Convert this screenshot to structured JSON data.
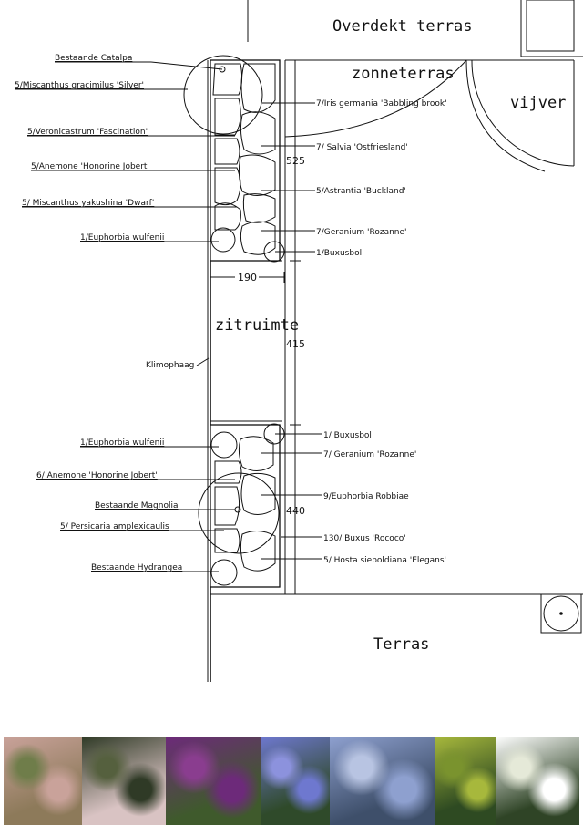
{
  "areas": {
    "covered_terrace": "Overdekt terras",
    "sun_terrace": "zonneterras",
    "pond": "vijver",
    "sitting_area": "zitruimte",
    "terrace": "Terras"
  },
  "dimensions": {
    "top_bed_length": "525",
    "sitting_length": "415",
    "bottom_bed_length": "440",
    "bed_width": "190"
  },
  "labels_left_top": [
    "Bestaande Catalpa",
    "5/Miscanthus gracimilus 'Silver'",
    "5/Veronicastrum 'Fascination'",
    "5/Anemone 'Honorine Jobert'",
    "5/ Miscanthus yakushina 'Dwarf'",
    "1/Euphorbia wulfenii"
  ],
  "labels_right_top": [
    "7/Iris germania 'Babbling brook'",
    "7/ Salvia 'Ostfriesland'",
    "5/Astrantia 'Buckland'",
    "7/Geranium 'Rozanne'",
    "1/Buxusbol"
  ],
  "climber_label": "Klimophaag",
  "labels_left_bottom": [
    "1/Euphorbia wulfenii",
    "6/ Anemone 'Honorine Jobert'",
    "Bestaande Magnolia",
    "5/ Persicaria amplexicaulis",
    "Bestaande Hydrangea"
  ],
  "labels_right_bottom": [
    "1/ Buxusbol",
    "7/ Geranium 'Rozanne'",
    "9/Euphorbia Robbiae",
    "130/ Buxus 'Rococo'",
    "5/ Hosta sieboldiana 'Elegans'"
  ],
  "photos": [
    {
      "subject": "grass",
      "colors": [
        "#c9a29a",
        "#8d7a5a",
        "#6f7d4a"
      ]
    },
    {
      "subject": "astrantia",
      "colors": [
        "#2f3a26",
        "#d9c3c3",
        "#55603e"
      ]
    },
    {
      "subject": "salvia",
      "colors": [
        "#6d2a7a",
        "#3f5a2c",
        "#8a3d8f"
      ]
    },
    {
      "subject": "geranium",
      "colors": [
        "#6e78cf",
        "#2f4a2a",
        "#8c92dd"
      ]
    },
    {
      "subject": "iris",
      "colors": [
        "#8ea0cf",
        "#3e4f6a",
        "#b8c4e2"
      ]
    },
    {
      "subject": "euphorbia",
      "colors": [
        "#a7b83c",
        "#2e4a22",
        "#7a932e"
      ]
    },
    {
      "subject": "anemone",
      "colors": [
        "#ffffff",
        "#2f4426",
        "#e5e9d8"
      ]
    }
  ]
}
